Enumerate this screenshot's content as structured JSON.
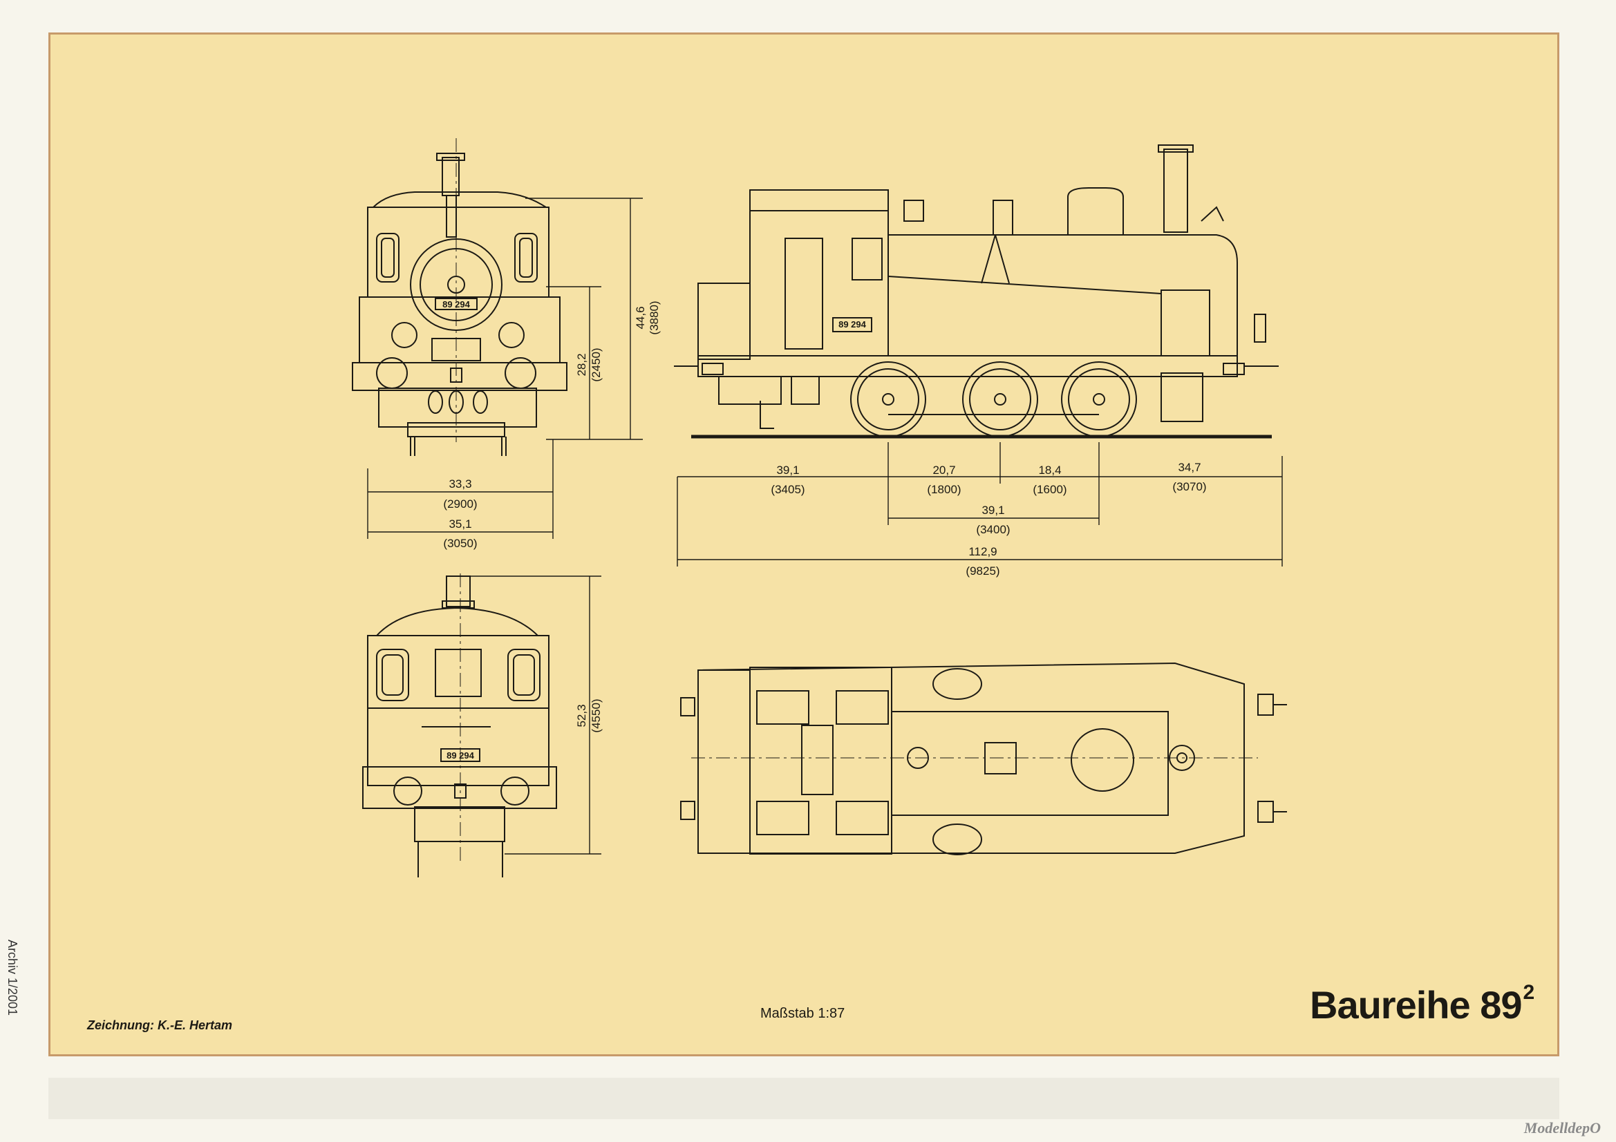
{
  "title": {
    "main": "Baureihe 89",
    "superscript": "2"
  },
  "credit": "Zeichnung: K.-E. Hertam",
  "scale": "Maßstab 1:87",
  "margin_note": "Archiv 1/2001",
  "watermark": "ModelldepO",
  "plate_number": "89 294",
  "dimensions": {
    "front_height_1": {
      "mm": "44,6",
      "real": "(3880)"
    },
    "front_height_2": {
      "mm": "28,2",
      "real": "(2450)"
    },
    "front_width_1": {
      "mm": "33,3",
      "real": "(2900)"
    },
    "front_width_2": {
      "mm": "35,1",
      "real": "(3050)"
    },
    "rear_height": {
      "mm": "52,3",
      "real": "(4550)"
    },
    "side_overhang_front": {
      "mm": "39,1",
      "real": "(3405)"
    },
    "side_axle_1_2": {
      "mm": "20,7",
      "real": "(1800)"
    },
    "side_axle_2_3": {
      "mm": "18,4",
      "real": "(1600)"
    },
    "side_overhang_rear": {
      "mm": "34,7",
      "real": "(3070)"
    },
    "side_wheelbase": {
      "mm": "39,1",
      "real": "(3400)"
    },
    "side_length": {
      "mm": "112,9",
      "real": "(9825)"
    }
  }
}
